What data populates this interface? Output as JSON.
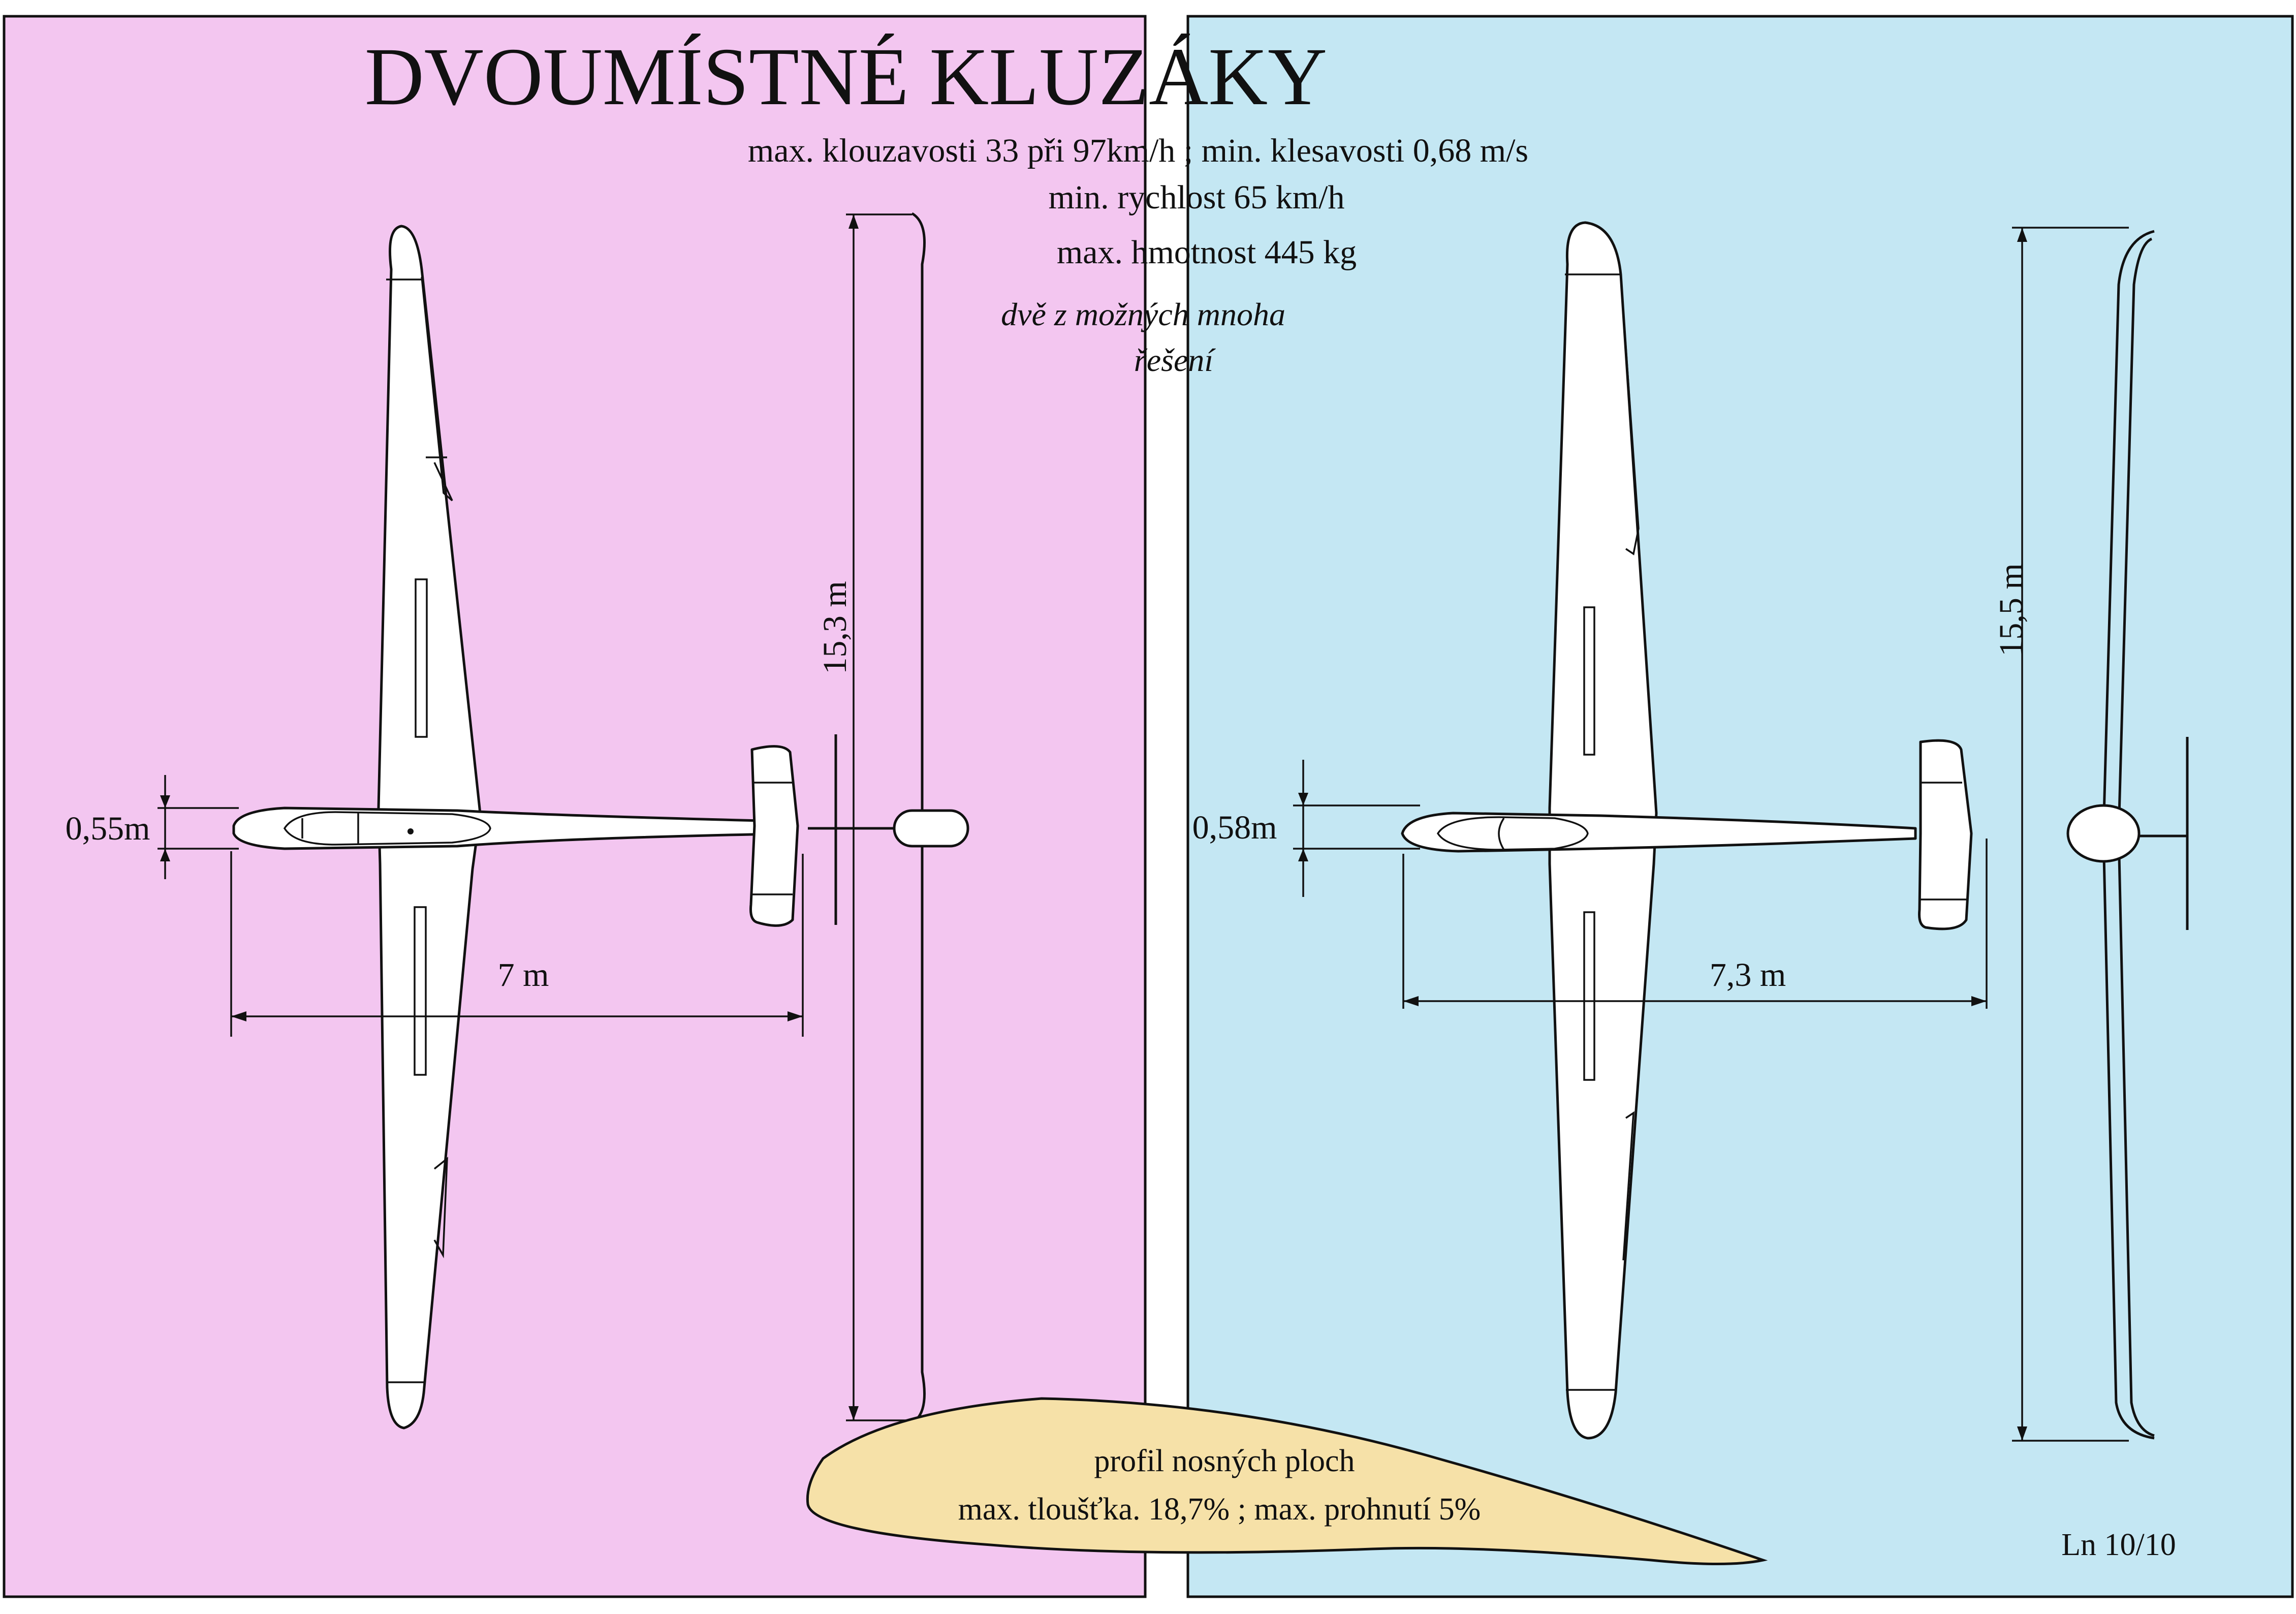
{
  "title": "DVOUMÍSTNÉ KLUZÁKY",
  "specs": {
    "line1": "max. klouzavosti 33 při 97km/h ; min. klesavosti  0,68 m/s",
    "line2": "min. rychlost  65 km/h",
    "line3": "max. hmotnost  445 kg"
  },
  "note": {
    "line1": "dvě z možných mnoha",
    "line2": "řešení"
  },
  "left_glider": {
    "span_label": "15,3 m",
    "length_label": "7 m",
    "height_label": "0,55m",
    "panel_color": "#f3c6f0"
  },
  "right_glider": {
    "span_label": "15,5 m",
    "length_label": "7,3 m",
    "height_label": "0,58m",
    "panel_color": "#c4e7f3"
  },
  "airfoil": {
    "line1": "profil nosných ploch",
    "line2": "max. tloušťka. 18,7% ; max. prohnutí 5%",
    "fill_color": "#f6e1a8"
  },
  "signature": "Ln 10/10"
}
